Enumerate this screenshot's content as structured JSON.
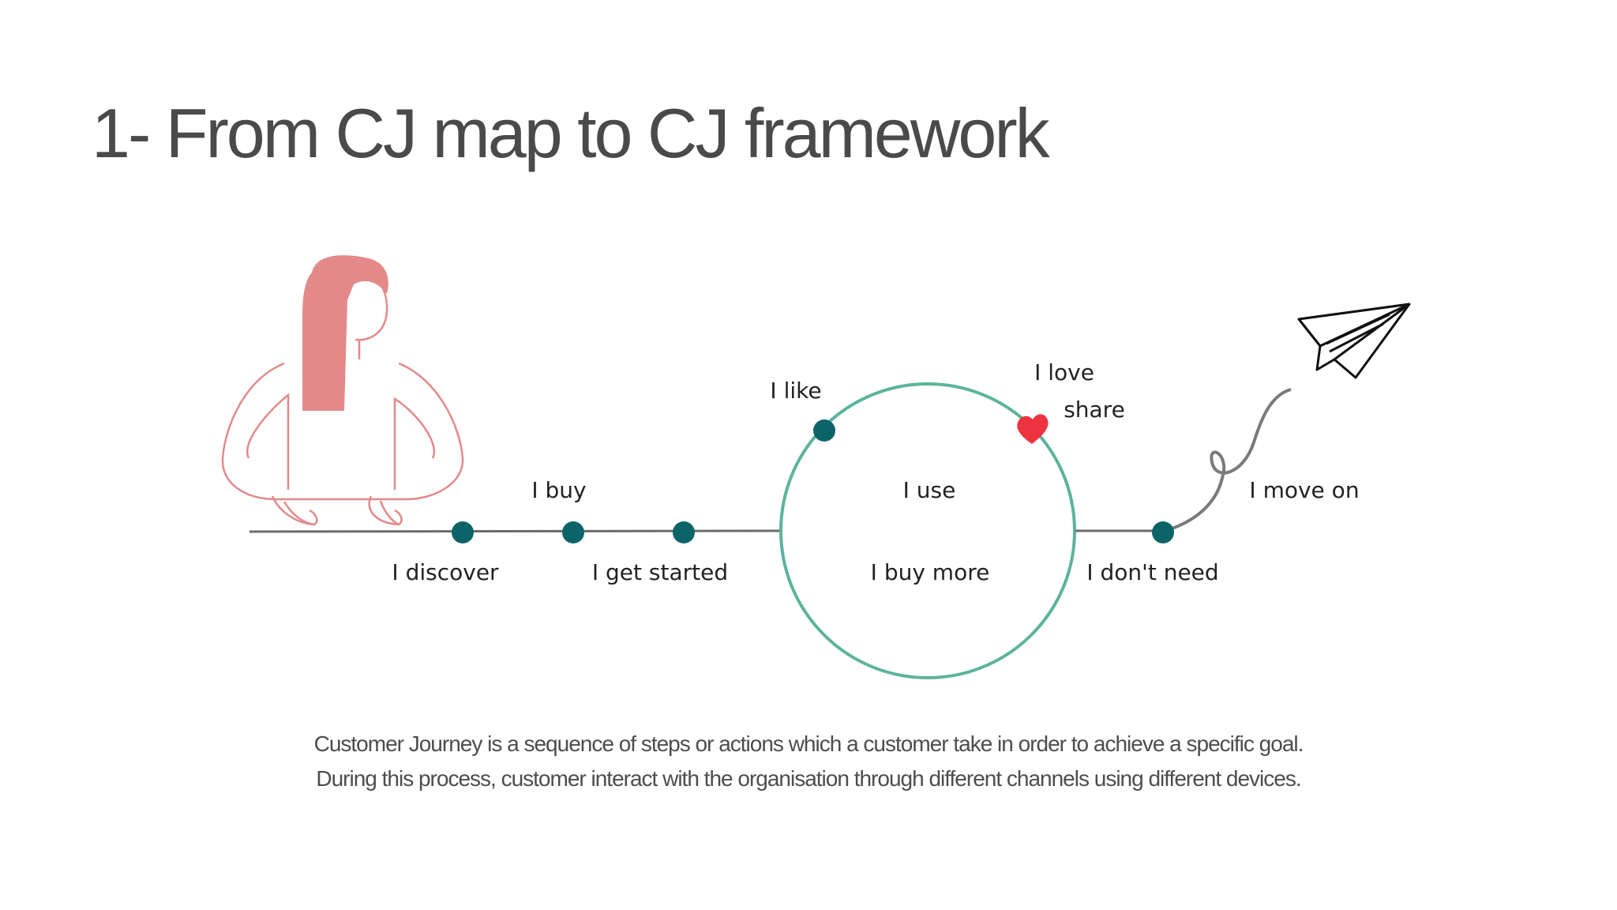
{
  "title": "1- From CJ map to CJ framework",
  "colors": {
    "node": "#0b6468",
    "loop": "#5cb39c",
    "line": "#6b6b6b",
    "heart": "#ee3340",
    "figure": "#e3898a",
    "text": "#222222"
  },
  "icons": [
    "woman-figure-icon",
    "heart-icon",
    "paper-plane-icon"
  ],
  "stages": {
    "discover": "I discover",
    "buy": "I buy",
    "get_started": "I get started",
    "like": "I like",
    "use": "I use",
    "buy_more": "I buy more",
    "love": "I love",
    "share": "share",
    "dont_need": "I don't need",
    "move_on": "I move on"
  },
  "caption": {
    "line1": "Customer Journey is a sequence of steps or actions which a customer take in order to achieve a specific goal.",
    "line2": "During this process, customer interact with the organisation through different channels using different devices."
  }
}
